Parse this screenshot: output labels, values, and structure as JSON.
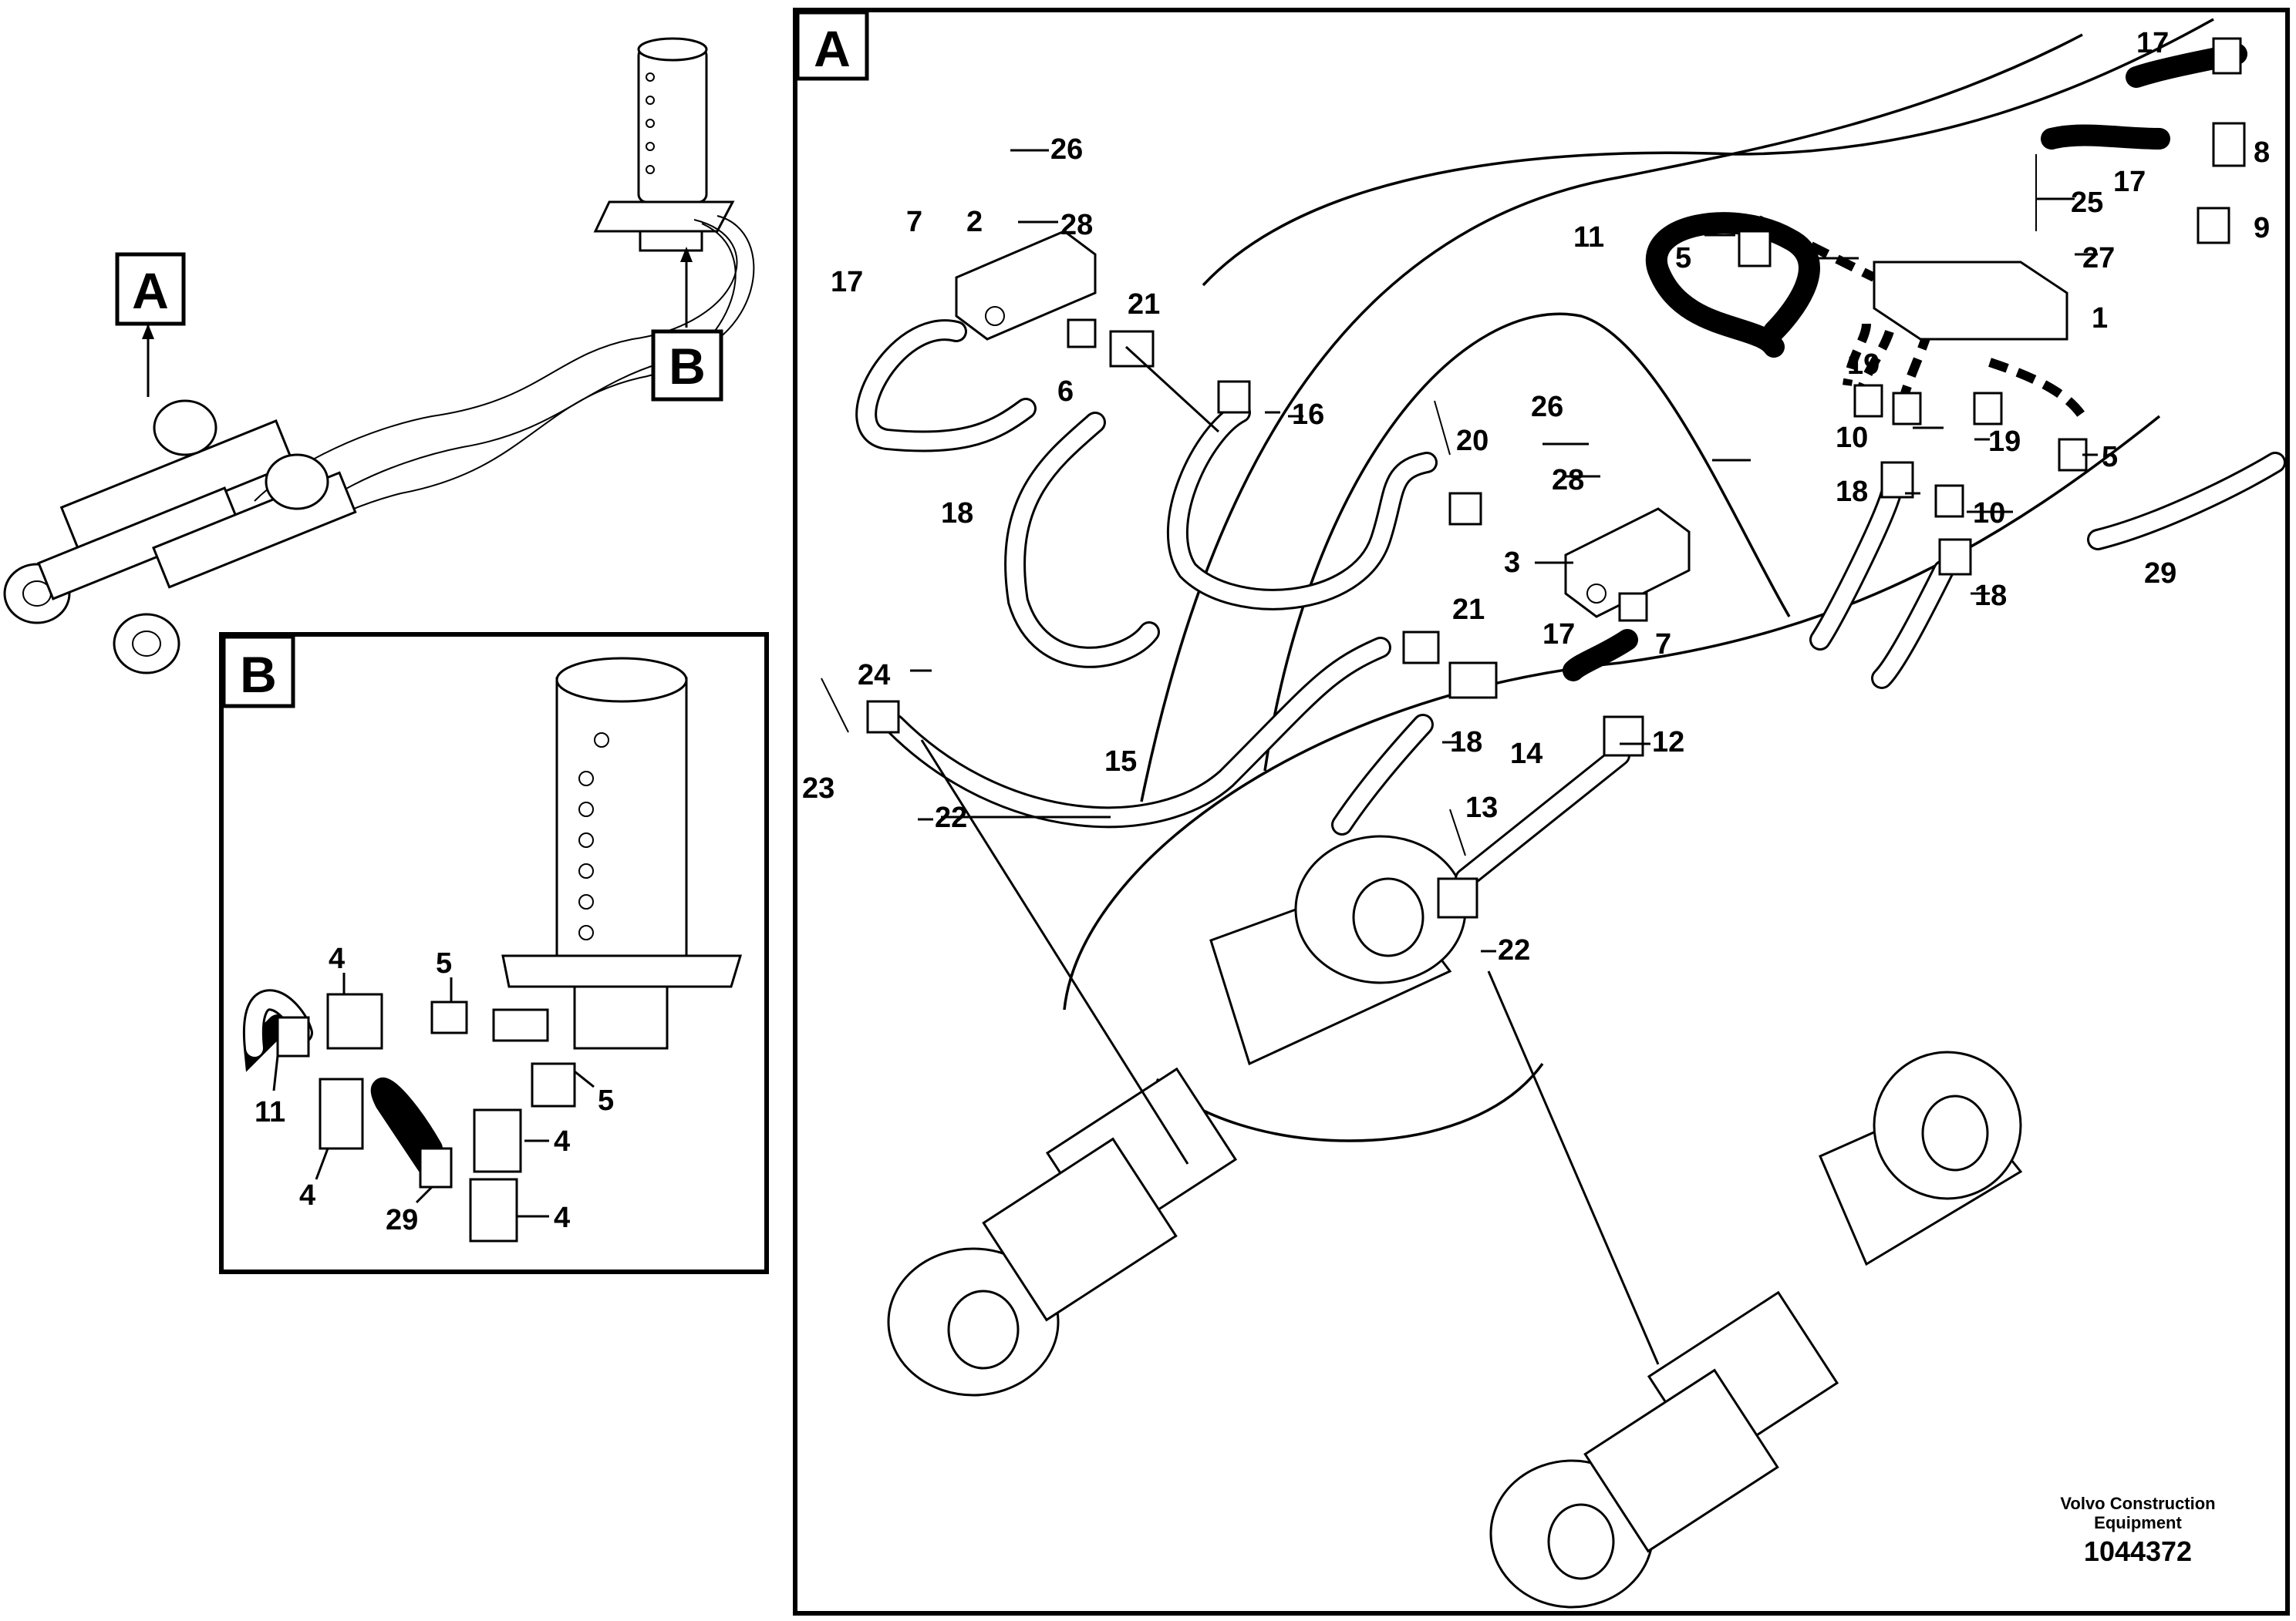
{
  "view_labels": {
    "a": "A",
    "b": "B"
  },
  "overview": {
    "label_a": "A",
    "label_b": "B"
  },
  "detail_b": {
    "callouts": [
      "4",
      "5",
      "11",
      "4",
      "5",
      "4",
      "29",
      "4"
    ]
  },
  "detail_a": {
    "callouts": [
      "17",
      "8",
      "17",
      "25",
      "9",
      "11",
      "5",
      "27",
      "1",
      "26",
      "28",
      "7",
      "2",
      "17",
      "21",
      "6",
      "16",
      "19",
      "10",
      "19",
      "5",
      "18",
      "10",
      "26",
      "20",
      "28",
      "18",
      "3",
      "29",
      "17",
      "7",
      "18",
      "21",
      "24",
      "18",
      "14",
      "12",
      "15",
      "23",
      "22",
      "13",
      "22"
    ]
  },
  "footer": {
    "brand_line1": "Volvo Construction",
    "brand_line2": "Equipment",
    "drawing_number": "1044372"
  }
}
